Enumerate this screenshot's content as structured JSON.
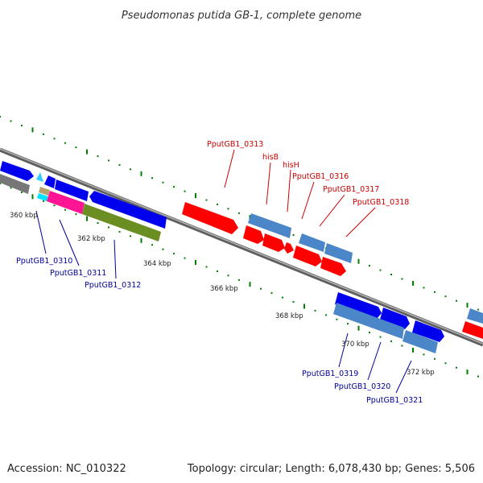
{
  "title": "Pseudomonas putida GB-1, complete genome",
  "footer": {
    "accession": "Accession: NC_010322",
    "topology": "Topology: circular; Length: 6,078,430 bp; Genes: 5,506"
  },
  "axis_ticks": [
    "360 kbp",
    "362 kbp",
    "364 kbp",
    "366 kbp",
    "368 kbp",
    "370 kbp",
    "372 kbp"
  ],
  "top_labels": [
    "PputGB1_0313",
    "hisB",
    "hisH",
    "PputGB1_0316",
    "PputGB1_0317",
    "PputGB1_0318"
  ],
  "bottom_labels": [
    "PputGB1_0310",
    "PputGB1_0311",
    "PputGB1_0312",
    "PputGB1_0319",
    "PputGB1_0320",
    "PputGB1_0321"
  ],
  "colors": {
    "forward": "#ff0000",
    "reverse": "#0000ee",
    "steel": "#4a86c8",
    "olive": "#6b8e23",
    "magenta": "#ff1493",
    "grey": "#777777",
    "cyan": "#00e5ff",
    "tick_green": "#008000",
    "backbone": "#888888"
  }
}
